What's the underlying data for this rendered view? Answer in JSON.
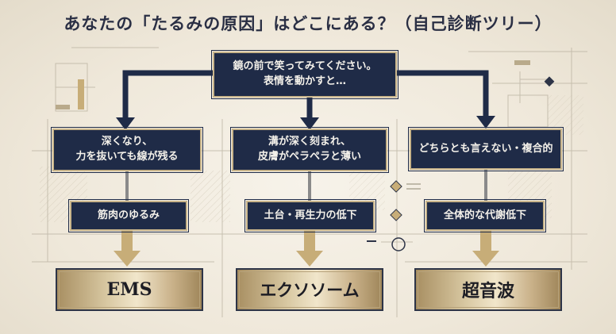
{
  "title": "あなたの「たるみの原因」はどこにある？（自己診断ツリー）",
  "root": {
    "text": "鏡の前で笑ってみてください。\n表情を動かすと…"
  },
  "branches": [
    {
      "condition": "深くなり、\n力を抜いても線が残る",
      "cause": "筋肉のゆるみ",
      "treatment": "EMS"
    },
    {
      "condition": "溝が深く刻まれ、\n皮膚がペラペラと薄い",
      "cause": "土台・再生力の低下",
      "treatment": "エクソソーム"
    },
    {
      "condition": "どちらとも言えない・複合的",
      "cause": "全体的な代謝低下",
      "treatment": "超音波"
    }
  ],
  "colors": {
    "navy": "#1f2b47",
    "gold": "#c9b58b",
    "arrow_gray": "#8a8a8a",
    "arrow_gold": "#c7ad78"
  }
}
